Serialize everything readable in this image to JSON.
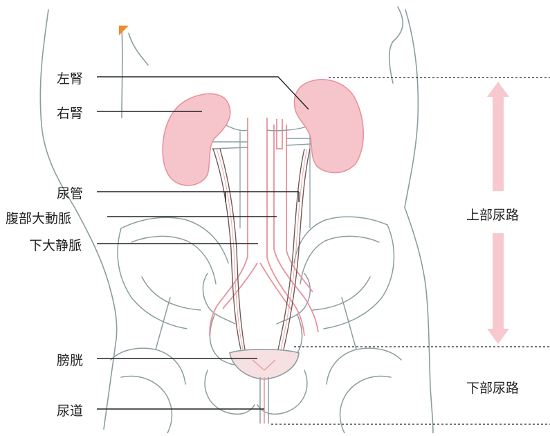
{
  "labels": {
    "left_kidney": "左腎",
    "right_kidney": "右腎",
    "ureter": "尿管",
    "abdominal_aorta": "腹部大動脈",
    "inferior_vena_cava": "下大静脈",
    "bladder": "膀胱",
    "urethra": "尿道"
  },
  "regions": {
    "upper_urinary_tract": "上部尿路",
    "lower_urinary_tract": "下部尿路"
  },
  "colors": {
    "kidney_fill": "#f6c5cc",
    "vessel_pink": "#e9919b",
    "outline_gray": "#8a9da0",
    "ureter_dark": "#6f5a55",
    "arrow_pink": "#f7c9cf",
    "corner_mark": "#f08a2c"
  }
}
